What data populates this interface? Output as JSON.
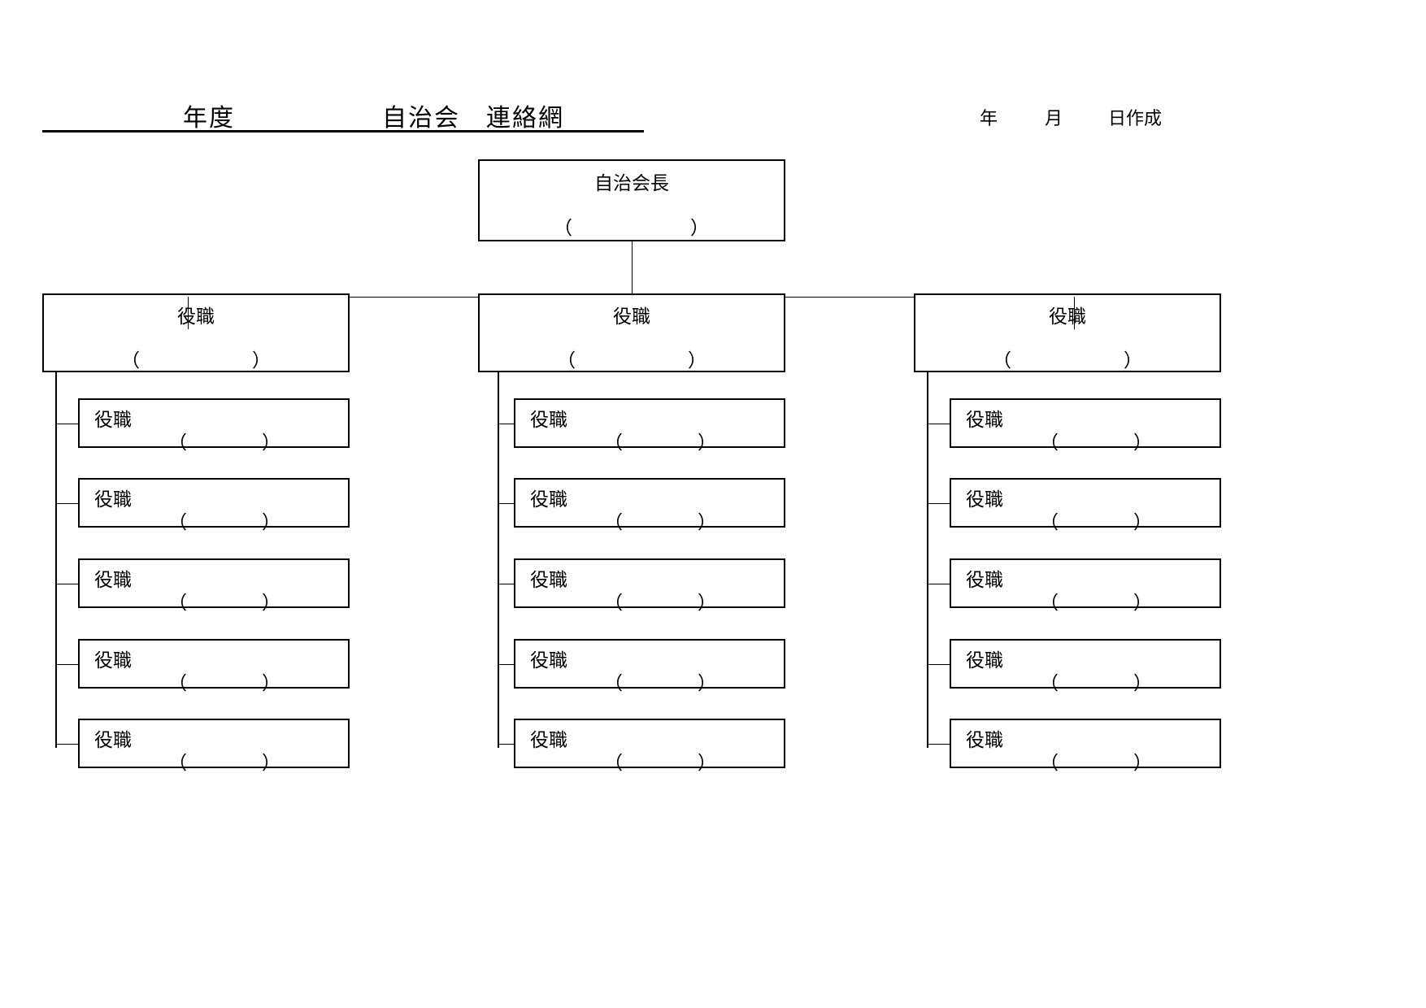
{
  "document": {
    "title_year": "年度",
    "title_main": "自治会　連絡網",
    "date_line": {
      "year": "年",
      "month": "月",
      "day": "日作成"
    }
  },
  "chart": {
    "root": {
      "role": "自治会長",
      "name_field": "（　　　　　　）"
    },
    "columns": [
      {
        "id": "column-left",
        "head": {
          "role": "役職",
          "name_field": "（　　　　　　）"
        },
        "members": [
          {
            "role": "役職",
            "name_field": "（　　　　）"
          },
          {
            "role": "役職",
            "name_field": "（　　　　）"
          },
          {
            "role": "役職",
            "name_field": "（　　　　）"
          },
          {
            "role": "役職",
            "name_field": "（　　　　）"
          },
          {
            "role": "役職",
            "name_field": "（　　　　）"
          }
        ]
      },
      {
        "id": "column-center",
        "head": {
          "role": "役職",
          "name_field": "（　　　　　　）"
        },
        "members": [
          {
            "role": "役職",
            "name_field": "（　　　　）"
          },
          {
            "role": "役職",
            "name_field": "（　　　　）"
          },
          {
            "role": "役職",
            "name_field": "（　　　　）"
          },
          {
            "role": "役職",
            "name_field": "（　　　　）"
          },
          {
            "role": "役職",
            "name_field": "（　　　　）"
          }
        ]
      },
      {
        "id": "column-right",
        "head": {
          "role": "役職",
          "name_field": "（　　　　　　）"
        },
        "members": [
          {
            "role": "役職",
            "name_field": "（　　　　）"
          },
          {
            "role": "役職",
            "name_field": "（　　　　）"
          },
          {
            "role": "役職",
            "name_field": "（　　　　）"
          },
          {
            "role": "役職",
            "name_field": "（　　　　）"
          },
          {
            "role": "役職",
            "name_field": "（　　　　）"
          }
        ]
      }
    ]
  },
  "colors": {
    "ink": "#000000",
    "paper": "#ffffff",
    "connector": "#3a3a3a"
  }
}
